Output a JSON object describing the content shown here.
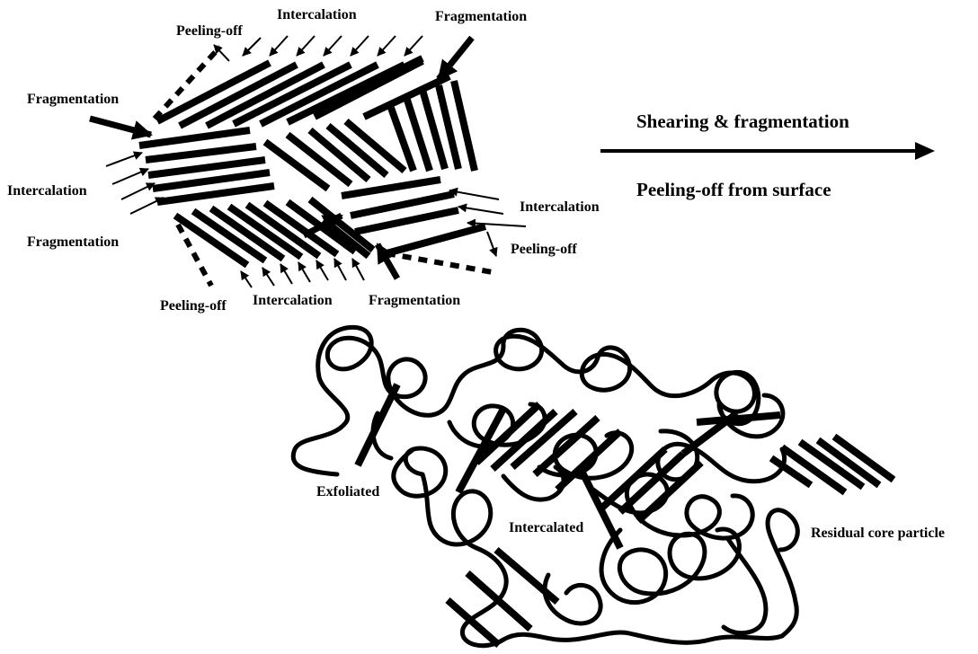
{
  "labels": {
    "intercalation_top": "Intercalation",
    "fragmentation_top_right": "Fragmentation",
    "peeling_off_top": "Peeling-off",
    "fragmentation_left": "Fragmentation",
    "intercalation_left": "Intercalation",
    "fragmentation_left_lower": "Fragmentation",
    "intercalation_right": "Intercalation",
    "peeling_off_right": "Peeling-off",
    "peeling_off_bottom": "Peeling-off",
    "intercalation_bottom": "Intercalation",
    "fragmentation_bottom": "Fragmentation"
  },
  "process": {
    "line1": "Shearing & fragmentation",
    "line2": "Peeling-off from surface"
  },
  "result_labels": {
    "exfoliated": "Exfoliated",
    "intercalated": "Intercalated",
    "residual": "Residual core particle"
  }
}
